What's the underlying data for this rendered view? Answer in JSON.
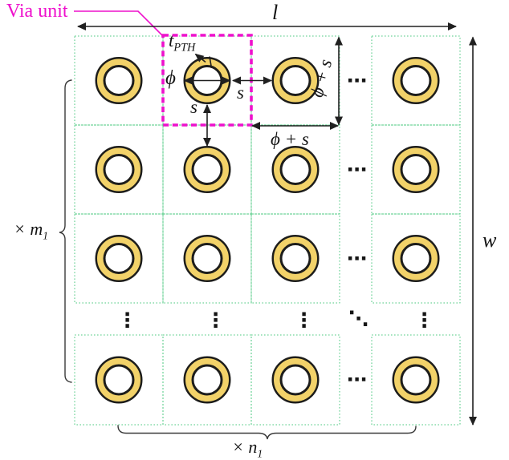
{
  "labels": {
    "via_unit": "Via unit"
  },
  "dims": {
    "length": "l",
    "width": "w",
    "diameter": "ϕ",
    "spacing_horizontal": "s",
    "spacing_vertical": "s",
    "pitch_vertical": "ϕ + s",
    "pitch_horizontal": "ϕ + s",
    "plating_base": "t",
    "plating_sub": "PTH",
    "rows_base": "× m",
    "rows_sub": "1",
    "cols_base": "× n",
    "cols_sub": "1"
  },
  "ellipsis": {
    "horizontal": "⋯",
    "vertical": "⋮",
    "diagonal": "⋱"
  },
  "colors": {
    "accent_magenta": "#ee10cc",
    "grid_green": "#4ec981",
    "via_gold": "#f2d269",
    "ink": "#1d1d1b"
  },
  "grid": {
    "visible_columns": 4,
    "visible_rows": 4
  }
}
